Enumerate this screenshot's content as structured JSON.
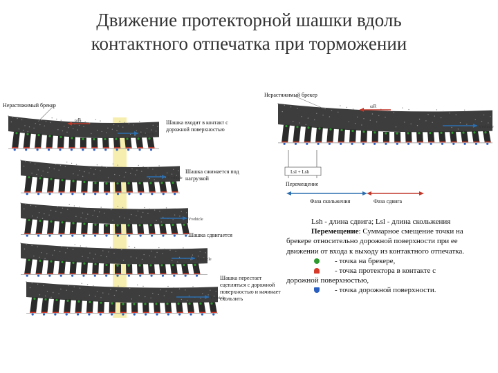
{
  "title": {
    "line1": "Движение протекторной шашки вдоль",
    "line2": "контактного отпечатка при торможении"
  },
  "labels": {
    "breaker_left": "Нерастяжимый брекер",
    "breaker_right": "Нерастяжимый брекер",
    "stage1": "Шашка входит в контакт с дорожной поверхностью",
    "stage2": "Шашка сжимается под нагрузкой",
    "stage3": "Шашка сдвигается",
    "stage4": "Шашка перестает сцепляться с дорожной поверхностью и начинает скользить",
    "displacement": "Перемещение",
    "slide_phase": "Фаза скольжения",
    "shear_phase": "Фаза сдвига",
    "omega_r": "ωR",
    "v_vehicle": "Vvehicle",
    "lsh_lsl": "Lsl + Lsh"
  },
  "legend": {
    "lengths": "Lsh - длина сдвига;  Lsl - длина скольжения",
    "move_term": "Перемещение",
    "move_desc_1": ": Суммарное смещение точки на",
    "move_desc_2": "брекере относительно дорожной поверхности при ее",
    "move_desc_3": "движении от входа к выходу из контактного отпечатка.",
    "green": "- точка на брекере,",
    "red_1": "- точка протектора в контакте с",
    "red_2": "дорожной поверхностью,",
    "blue": "- точка дорожной поверхности."
  },
  "colors": {
    "green": "#2f9a2f",
    "red": "#d63a2a",
    "blue": "#2a5fc0",
    "highlight": "#f4ea9a",
    "tread": "#3d3d3d",
    "arrow_red": "#c0392b",
    "arrow_blue": "#2c6fb0"
  }
}
